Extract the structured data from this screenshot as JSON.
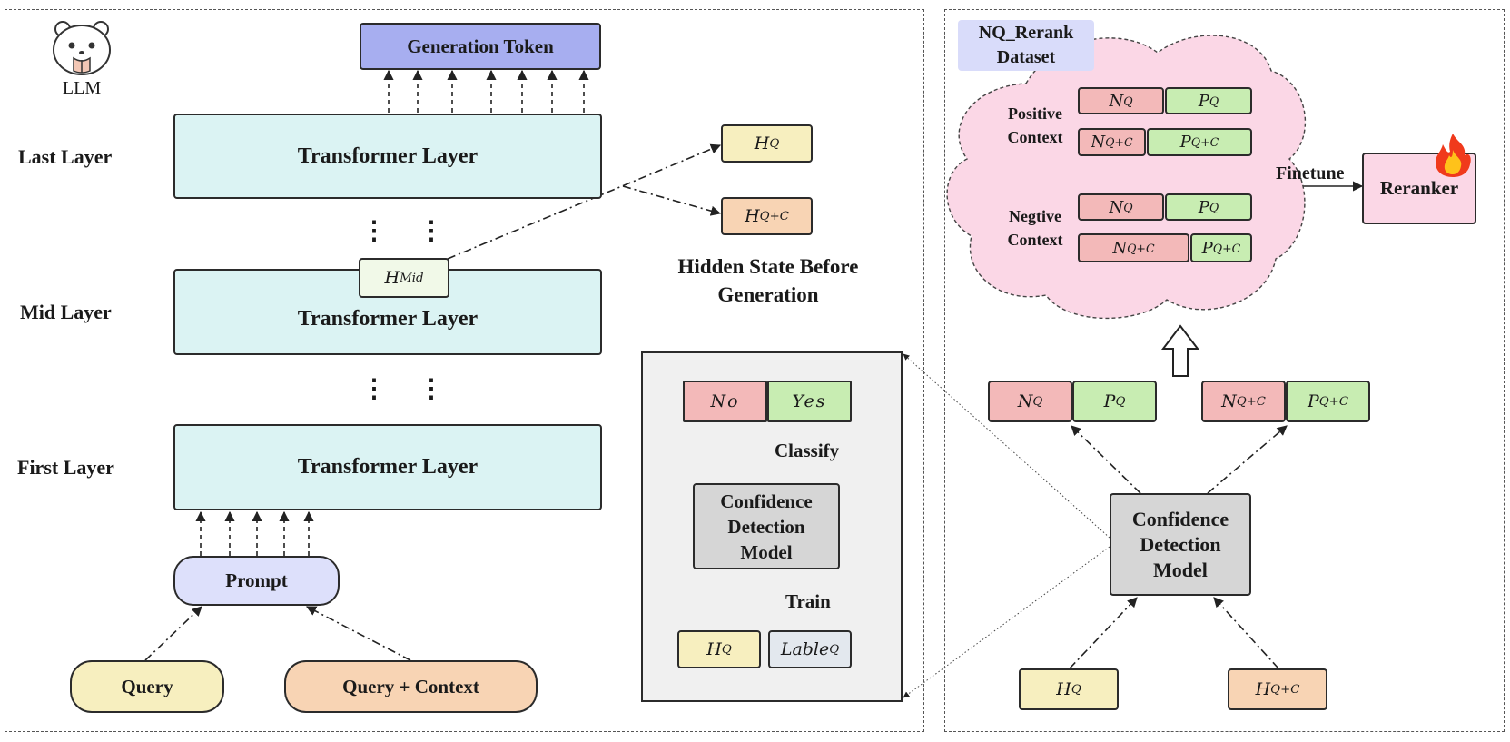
{
  "llm": {
    "caption": "LLM",
    "generation_token": "Generation Token",
    "layers": {
      "last_label": "Last Layer",
      "mid_label": "Mid Layer",
      "first_label": "First Layer",
      "transformer": "Transformer Layer",
      "ellipsis": "⋮ ⋮"
    },
    "h_mid": {
      "base": "H",
      "sub": "Mid"
    },
    "prompt": "Prompt",
    "query": "Query",
    "query_context": "Query + Context"
  },
  "hidden_states": {
    "hq": {
      "base": "H",
      "sub": "Q"
    },
    "hqc": {
      "base": "H",
      "sub": "Q+C"
    },
    "caption_line1": "Hidden State Before",
    "caption_line2": "Generation"
  },
  "training": {
    "no": "No",
    "yes": "Yes",
    "classify": "Classify",
    "model_l1": "Confidence",
    "model_l2": "Detection",
    "model_l3": "Model",
    "train": "Train",
    "hq": {
      "base": "H",
      "sub": "Q"
    },
    "label": {
      "base": "Lable",
      "sub": "Q"
    }
  },
  "rerank": {
    "dataset_l1": "NQ_Rerank",
    "dataset_l2": "Dataset",
    "positive_l1": "Positive",
    "positive_l2": "Context",
    "negative_l1": "Negtive",
    "negative_l2": "Context",
    "nq": {
      "base": "N",
      "sub": "Q"
    },
    "pq": {
      "base": "P",
      "sub": "Q"
    },
    "nqc": {
      "base": "N",
      "sub": "Q+C"
    },
    "pqc": {
      "base": "P",
      "sub": "Q+C"
    },
    "finetune": "Finetune",
    "reranker": "Reranker",
    "model_l1": "Confidence",
    "model_l2": "Detection",
    "model_l3": "Model",
    "hq": {
      "base": "H",
      "sub": "Q"
    },
    "hqc": {
      "base": "H",
      "sub": "Q+C"
    }
  },
  "icons": [
    "hamster-icon",
    "flame-icon",
    "hollow-up-arrow-icon"
  ],
  "colors": {
    "generation_token": "#a7aef0",
    "transformer": "#dbf3f3",
    "prompt": "#dde0fb",
    "query": "#f7efbf",
    "query_context": "#f8d4b4",
    "cloud": "#fbd7e6",
    "dataset_label": "#d9dcfa",
    "reranker": "#fbd7e6"
  }
}
